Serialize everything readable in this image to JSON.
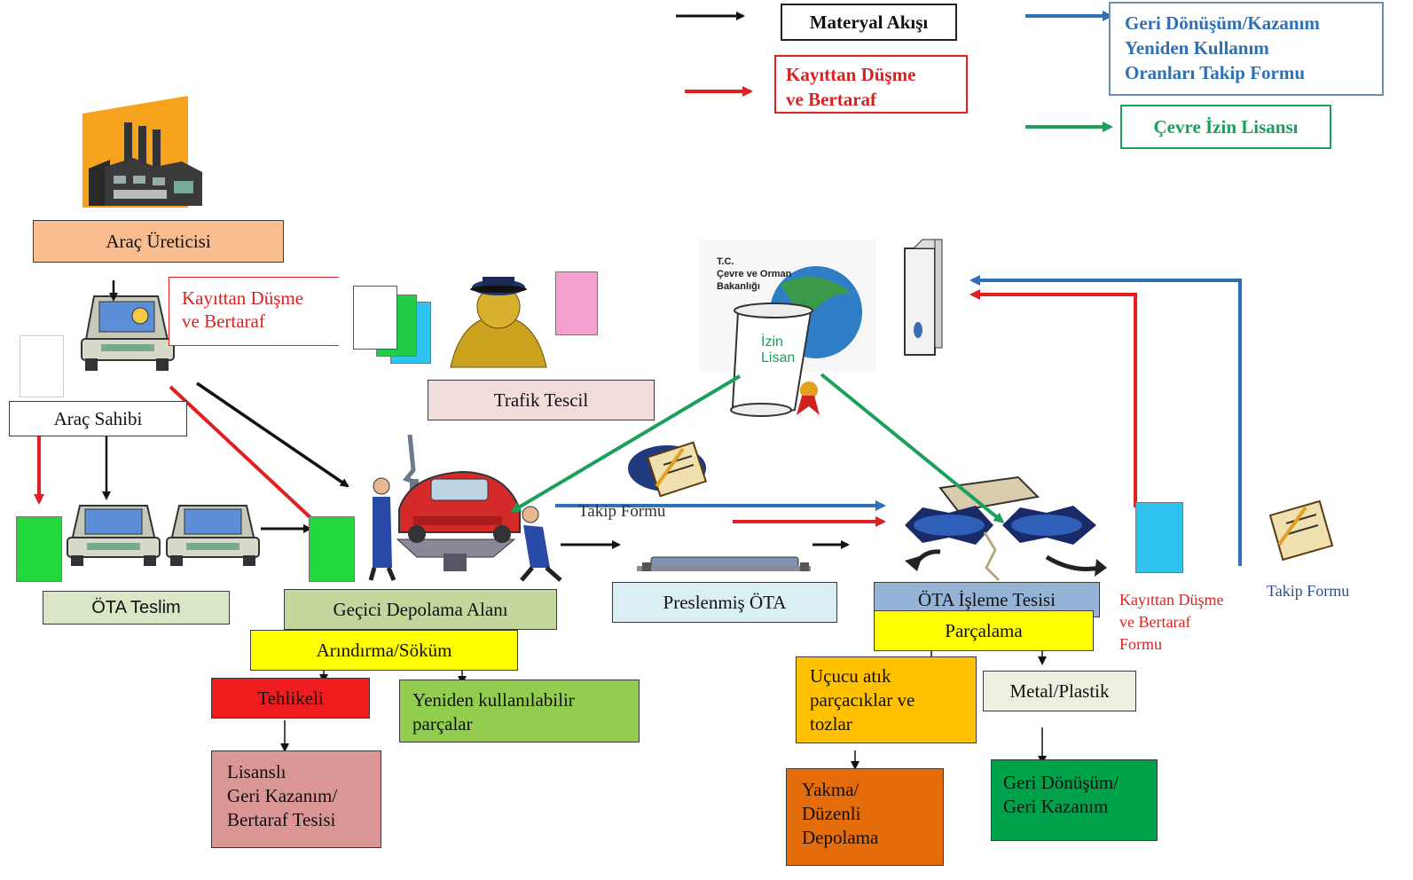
{
  "legend": {
    "material_flow": "Materyal Akışı",
    "deregistration": [
      "Kayıttan Düşme",
      "ve Bertaraf"
    ],
    "recycling_form": [
      "Geri Dönüşüm/Kazanım",
      "Yeniden Kullanım",
      "Oranları Takip Formu"
    ],
    "environment_license": "Çevre İzin Lisansı",
    "colors": {
      "material": "#111111",
      "deregistration": "#e02020",
      "recycling": "#2f6fb3",
      "license": "#1aa05a"
    }
  },
  "nodes": {
    "manufacturer": "Araç Üreticisi",
    "owner_dereg": [
      "Kayıttan Düşme",
      "ve Bertaraf"
    ],
    "owner": "Araç Sahibi",
    "traffic": "Trafik Tescil",
    "ota_delivery": "ÖTA Teslim",
    "temp_storage": "Geçici Depolama Alanı",
    "depollution": "Arındırma/Söküm",
    "hazardous": "Tehlikeli",
    "reusable": [
      "Yeniden kullanılabilir",
      "parçalar"
    ],
    "licensed": [
      "Lisanslı",
      "Geri Kazanım/",
      "Bertaraf Tesisi"
    ],
    "pressed": "Preslenmiş ÖTA",
    "processing": "ÖTA İşleme Tesisi",
    "shredding": "Parçalama",
    "dust": [
      "Uçucu atık",
      "parçacıklar ve",
      "tozlar"
    ],
    "metal": "Metal/Plastik",
    "incineration": [
      "Yakma/",
      "Düzenli",
      "Depolama"
    ],
    "recovery": [
      "Geri Dönüşüm/",
      "Geri Kazanım"
    ],
    "tracking_form": "Takip Formu",
    "dereg_form": [
      "Kayıttan Düşme",
      "ve Bertaraf",
      "Formu"
    ],
    "tracking_form_right": "Takip Formu",
    "ministry": [
      "T.C.",
      "Çevre ve Orman",
      "Bakanlığı"
    ],
    "permit": [
      "İzin",
      "Lisan"
    ]
  },
  "icons": [
    "factory-icon",
    "car-icon",
    "document-icon",
    "police-officer-icon",
    "ministry-logo-icon",
    "scroll-icon",
    "binder-icon",
    "car-lift-icon",
    "clipboard-icon",
    "shredder-icon",
    "pressed-car-icon"
  ]
}
